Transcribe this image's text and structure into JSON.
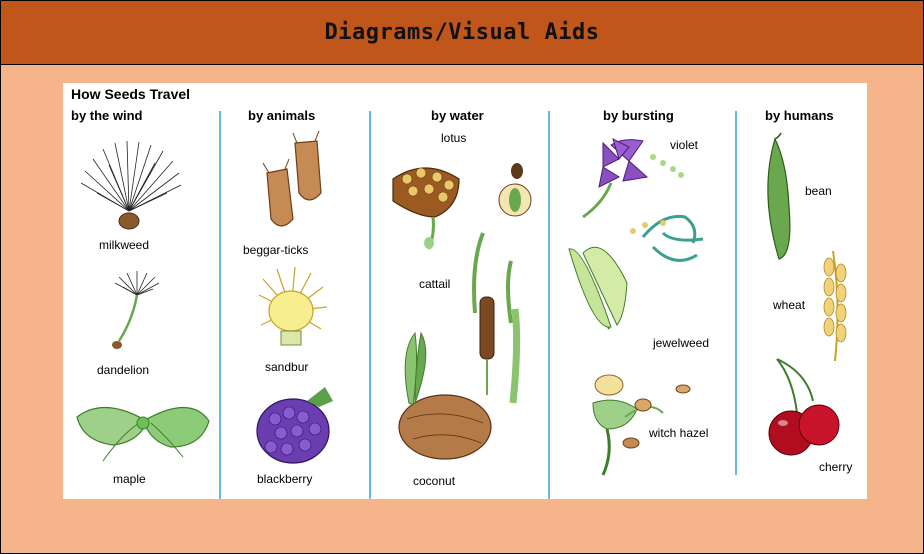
{
  "header": {
    "title": "Diagrams/Visual Aids"
  },
  "diagram": {
    "title": "How Seeds Travel",
    "columns": [
      {
        "heading": "by the wind",
        "items": [
          "milkweed",
          "dandelion",
          "maple"
        ]
      },
      {
        "heading": "by animals",
        "items": [
          "beggar-ticks",
          "sandbur",
          "blackberry"
        ]
      },
      {
        "heading": "by water",
        "items": [
          "lotus",
          "cattail",
          "coconut"
        ]
      },
      {
        "heading": "by bursting",
        "items": [
          "violet",
          "jewelweed",
          "witch hazel"
        ]
      },
      {
        "heading": "by humans",
        "items": [
          "bean",
          "wheat",
          "cherry"
        ]
      }
    ]
  },
  "colors": {
    "header_bg": "#c0561a",
    "page_bg": "#f5b48a",
    "divider": "#3aa0d0"
  }
}
